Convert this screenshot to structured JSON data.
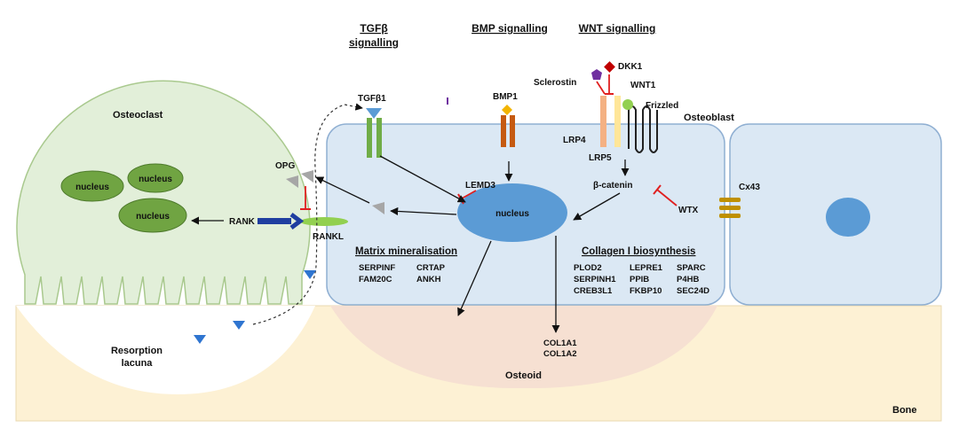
{
  "headers": {
    "tgfb": [
      "TGFβ",
      "signalling"
    ],
    "bmp": "BMP signalling",
    "wnt": "WNT signalling"
  },
  "labels": {
    "osteoclast": "Osteoclast",
    "osteoblast": "Osteoblast",
    "osteoid": "Osteoid",
    "bone": "Bone",
    "resorption": [
      "Resorption",
      "lacuna"
    ],
    "nucleus": "nucleus",
    "rank": "RANK",
    "rankl": "RANKL",
    "opg": "OPG",
    "tgfb1": "TGFβ1",
    "bmp1": "BMP1",
    "sclerostin": "Sclerostin",
    "dkk1": "DKK1",
    "wnt1": "WNT1",
    "frizzled": "Frizzled",
    "lrp4": "LRP4",
    "lrp5": "LRP5",
    "bcatenin": "β-catenin",
    "lemd3": "LEMD3",
    "wtx": "WTX",
    "cx43": "Cx43"
  },
  "matrix_mineralisation": {
    "title": "Matrix mineralisation",
    "col1": [
      "SERPINF",
      "FAM20C"
    ],
    "col2": [
      "CRTAP",
      "ANKH"
    ]
  },
  "collagen_biosynthesis": {
    "title": "Collagen I biosynthesis",
    "col1": [
      "PLOD2",
      "SERPINH1",
      "CREB3L1"
    ],
    "col2": [
      "LEPRE1",
      "PPIB",
      "FKBP10"
    ],
    "col3": [
      "SPARC",
      "P4HB",
      "SEC24D"
    ]
  },
  "col1_genes": [
    "COL1A1",
    "COL1A2"
  ],
  "colors": {
    "osteoclast_fill": "#e2efd9",
    "nucleus_dark_green": "#70a442",
    "osteoblast_fill": "#dbe8f4",
    "nucleus_blue": "#5b9bd5",
    "bone_fill": "#fdf1d4",
    "osteoid_fill": "#f6e0d2",
    "tgfb_green": "#70ad47",
    "bmp_orange": "#c55a11",
    "rank_blue": "#1f3ea0",
    "inhibit_red": "#e02020",
    "cx43_gold": "#bf9000"
  }
}
